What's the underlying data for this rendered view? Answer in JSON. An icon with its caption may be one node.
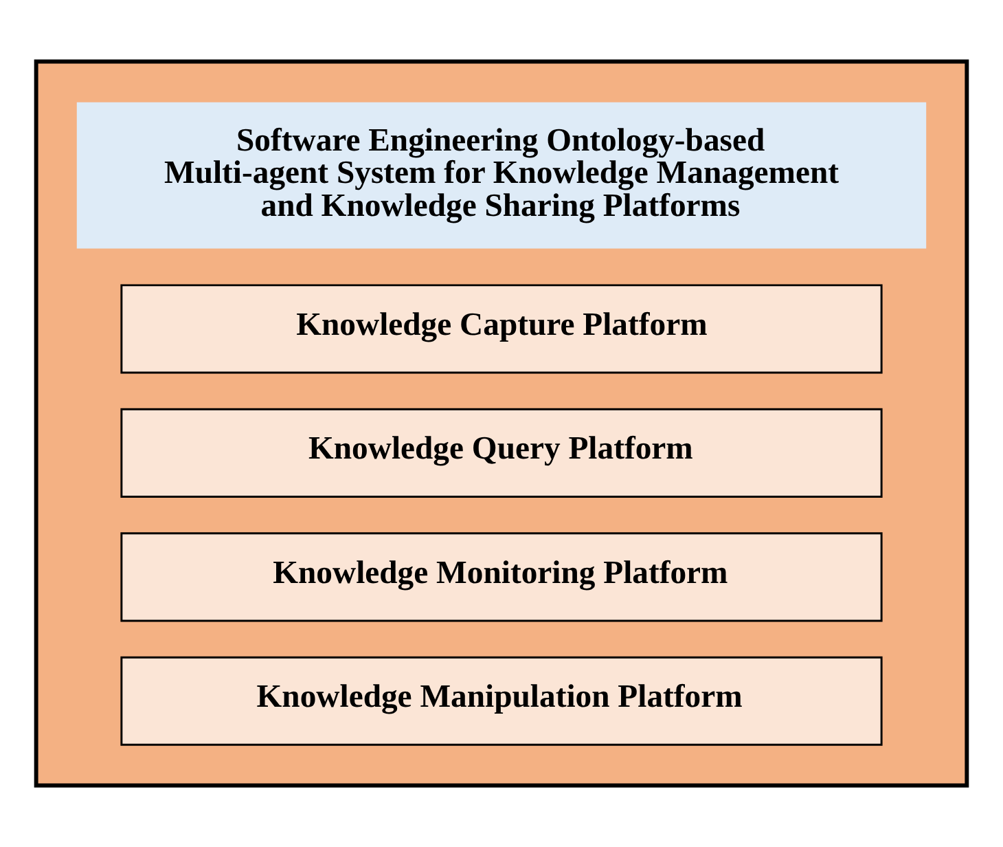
{
  "diagram": {
    "nodes": [
      {
        "text": [],
        "shape": "box"
      },
      {
        "text": [
          "Software Engineering Ontology-based Multi-agent System for Knowledge Management and Knowledge Sharing Platforms"
        ],
        "in": 0
      },
      {
        "text": [
          "Knowledge Capture Platform"
        ],
        "in": 0
      },
      {
        "text": [
          "Knowledge Query Platform"
        ],
        "in": 0
      },
      {
        "text": [
          "Knowledge Monitoring Platform"
        ],
        "in": 0
      },
      {
        "text": [
          "Knowledge Manipulation Platform"
        ],
        "in": 0
      }
    ]
  }
}
